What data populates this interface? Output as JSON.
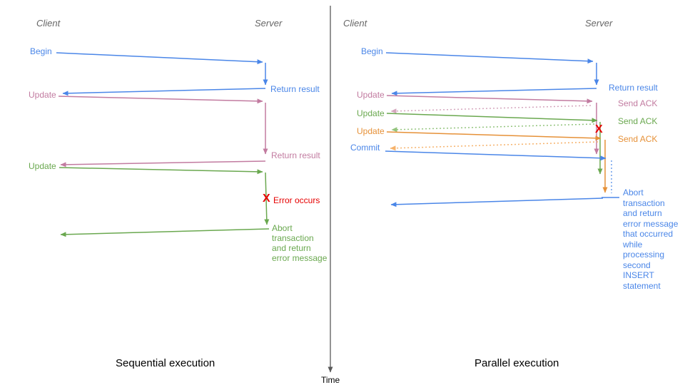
{
  "axis": {
    "label": "Time"
  },
  "colors": {
    "blue": "#4a86e8",
    "pink": "#c27ba0",
    "green": "#6aa84f",
    "orange": "#e69138",
    "red": "#e60000",
    "gray": "#595959",
    "blue_light": "#6d9eeb",
    "pink_light": "#d5a6bd",
    "green_light": "#93c47d",
    "orange_light": "#f6b26b"
  },
  "left": {
    "title": "Sequential execution",
    "actors": {
      "client": "Client",
      "server": "Server"
    },
    "messages": {
      "begin": "Begin",
      "return_result_1": "Return result",
      "update_1": "Update",
      "return_result_2": "Return result",
      "update_2": "Update",
      "error_mark": "X",
      "error_label": "Error occurs",
      "abort_note": "Abort\ntransaction\nand return\nerror message"
    }
  },
  "right": {
    "title": "Parallel execution",
    "actors": {
      "client": "Client",
      "server": "Server"
    },
    "messages": {
      "begin": "Begin",
      "return_result": "Return result",
      "update_1": "Update",
      "send_ack_1": "Send ACK",
      "update_2": "Update",
      "send_ack_2": "Send ACK",
      "update_3": "Update",
      "send_ack_3": "Send ACK",
      "commit": "Commit",
      "error_mark": "X",
      "abort_note": "Abort\ntransaction\nand return\nerror message\nthat occurred\nwhile\nprocessing\nsecond\nINSERT\nstatement"
    }
  }
}
